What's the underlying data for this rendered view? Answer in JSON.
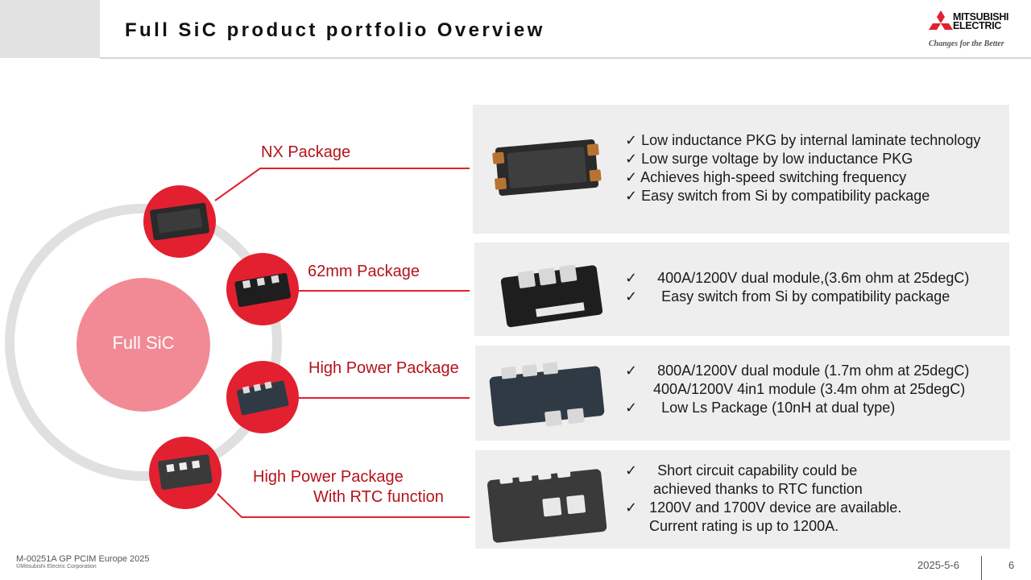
{
  "header": {
    "title": "Full SiC product portfolio Overview"
  },
  "logo": {
    "brand_line1": "MITSUBISHI",
    "brand_line2": "ELECTRIC",
    "tagline": "Changes for the Better"
  },
  "center": {
    "label": "Full SiC"
  },
  "packages": [
    {
      "label": "NX Package",
      "bullets": [
        "✓ Low inductance PKG by internal laminate technology",
        "✓ Low surge voltage by low inductance PKG",
        "✓ Achieves high-speed switching frequency",
        "✓ Easy switch from Si by compatibility package"
      ]
    },
    {
      "label": "62mm Package",
      "bullets": [
        "✓     400A/1200V dual module,(3.6m ohm at 25degC)",
        "✓      Easy switch from Si by compatibility package"
      ]
    },
    {
      "label": "High Power Package",
      "bullets": [
        "✓     800A/1200V dual module (1.7m ohm at 25degC)",
        "       400A/1200V 4in1 module (3.4m ohm at 25degC)",
        "✓      Low Ls Package (10nH at dual type)"
      ]
    },
    {
      "label_line1": "High Power Package",
      "label_line2": "With RTC function",
      "bullets": [
        "✓     Short circuit capability could be",
        "       achieved thanks to RTC function",
        "✓   1200V and 1700V device are available.",
        "      Current rating is up to 1200A."
      ]
    }
  ],
  "footer": {
    "doc_id": "M-00251A GP PCIM Europe 2025",
    "copyright": "©Mitsubishi Electric Corporation",
    "date": "2025-5-6",
    "page": "6"
  },
  "colors": {
    "accent_red": "#e2202f",
    "label_red": "#b5121b",
    "center_pink": "#f28a95",
    "ring_gray": "#e0e0e0",
    "panel_gray": "#eeeeee"
  }
}
